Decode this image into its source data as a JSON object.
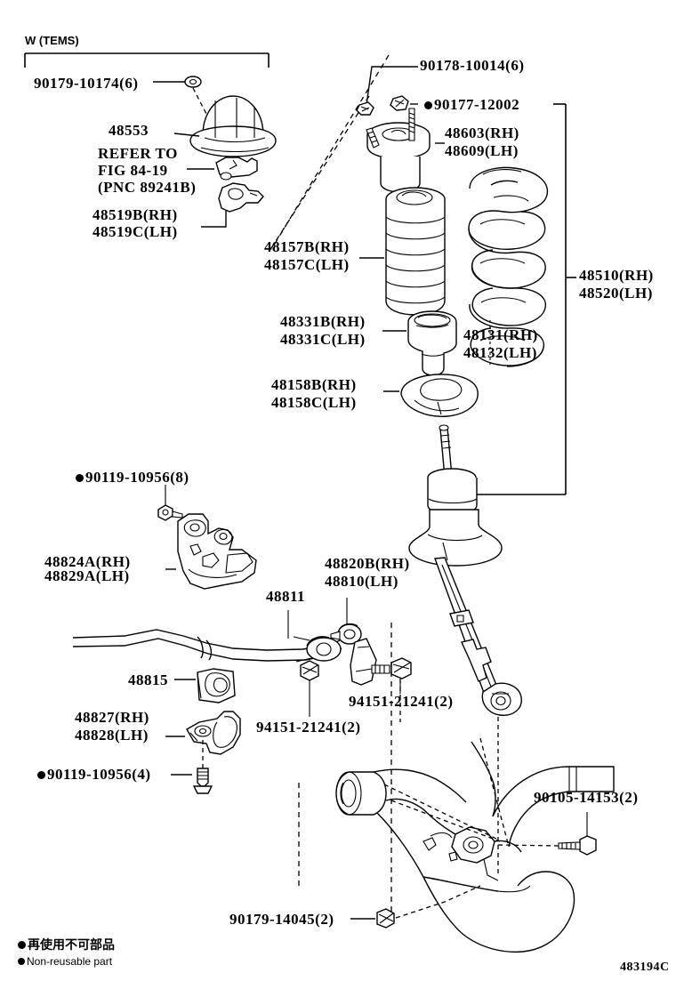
{
  "figure": {
    "code": "483194C",
    "group_header": "W (TEMS)"
  },
  "legend": {
    "cjk": "再使用不可部品",
    "english": "Non-reusable part"
  },
  "labels": [
    {
      "id": "nut-90179-10174",
      "text": "90179-10174(6)",
      "bullet": false,
      "lines": [
        "90179-10174(6)"
      ]
    },
    {
      "id": "part-48553",
      "text": "48553",
      "bullet": false,
      "lines": [
        "48553"
      ]
    },
    {
      "id": "refer-fig-84-19",
      "text": "REFER TO FIG 84-19 (PNC 89241B)",
      "bullet": false,
      "lines": [
        "REFER TO",
        "FIG 84-19",
        "(PNC 89241B)"
      ]
    },
    {
      "id": "part-48519",
      "text": "48519B(RH) 48519C(LH)",
      "bullet": false,
      "lines": [
        "48519B(RH)",
        "48519C(LH)"
      ]
    },
    {
      "id": "nut-90178-10014",
      "text": "90178-10014(6)",
      "bullet": false,
      "lines": [
        "90178-10014(6)"
      ]
    },
    {
      "id": "nut-90177-12002",
      "text": "90177-12002",
      "bullet": true,
      "lines": [
        "90177-12002"
      ]
    },
    {
      "id": "part-48603",
      "text": "48603(RH) 48609(LH)",
      "bullet": false,
      "lines": [
        "48603(RH)",
        "48609(LH)"
      ]
    },
    {
      "id": "part-48157",
      "text": "48157B(RH) 48157C(LH)",
      "bullet": false,
      "lines": [
        "48157B(RH)",
        "48157C(LH)"
      ]
    },
    {
      "id": "part-48331",
      "text": "48331B(RH) 48331C(LH)",
      "bullet": false,
      "lines": [
        "48331B(RH)",
        "48331C(LH)"
      ]
    },
    {
      "id": "part-48131",
      "text": "48131(RH) 48132(LH)",
      "bullet": false,
      "lines": [
        "48131(RH)",
        "48132(LH)"
      ]
    },
    {
      "id": "part-48158",
      "text": "48158B(RH) 48158C(LH)",
      "bullet": false,
      "lines": [
        "48158B(RH)",
        "48158C(LH)"
      ]
    },
    {
      "id": "part-48510",
      "text": "48510(RH) 48520(LH)",
      "bullet": false,
      "lines": [
        "48510(RH)",
        "48520(LH)"
      ]
    },
    {
      "id": "nut-90119-10956-8",
      "text": "90119-10956(8)",
      "bullet": true,
      "lines": [
        "90119-10956(8)"
      ]
    },
    {
      "id": "part-48824a",
      "text": "48824A(RH) 48829A(LH)",
      "bullet": false,
      "lines": [
        "48824A(RH)",
        "48829A(LH)"
      ]
    },
    {
      "id": "part-48811",
      "text": "48811",
      "bullet": false,
      "lines": [
        "48811"
      ]
    },
    {
      "id": "part-48820b",
      "text": "48820B(RH) 48810(LH)",
      "bullet": false,
      "lines": [
        "48820B(RH)",
        "48810(LH)"
      ]
    },
    {
      "id": "part-48815",
      "text": "48815",
      "bullet": false,
      "lines": [
        "48815"
      ]
    },
    {
      "id": "part-48827",
      "text": "48827(RH) 48828(LH)",
      "bullet": false,
      "lines": [
        "48827(RH)",
        "48828(LH)"
      ]
    },
    {
      "id": "nut-94151-21241-a",
      "text": "94151-21241(2)",
      "bullet": false,
      "lines": [
        "94151-21241(2)"
      ]
    },
    {
      "id": "nut-94151-21241-b",
      "text": "94151-21241(2)",
      "bullet": false,
      "lines": [
        "94151-21241(2)"
      ]
    },
    {
      "id": "nut-90119-10956-4",
      "text": "90119-10956(4)",
      "bullet": true,
      "lines": [
        "90119-10956(4)"
      ]
    },
    {
      "id": "bolt-90105-14153",
      "text": "90105-14153(2)",
      "bullet": false,
      "lines": [
        "90105-14153(2)"
      ]
    },
    {
      "id": "nut-90179-14045",
      "text": "90179-14045(2)",
      "bullet": false,
      "lines": [
        "90179-14045(2)"
      ]
    }
  ],
  "label_text": {
    "l_90179_10174": "90179-10174(6)",
    "l_48553": "48553",
    "l_refer1": "REFER TO",
    "l_refer2": "FIG 84-19",
    "l_refer3": "(PNC 89241B)",
    "l_48519_rh": "48519B(RH)",
    "l_48519_lh": "48519C(LH)",
    "l_90178_10014": "90178-10014(6)",
    "l_90177_12002": "90177-12002",
    "l_48603_rh": "48603(RH)",
    "l_48609_lh": "48609(LH)",
    "l_48157_rh": "48157B(RH)",
    "l_48157_lh": "48157C(LH)",
    "l_48331_rh": "48331B(RH)",
    "l_48331_lh": "48331C(LH)",
    "l_48131_rh": "48131(RH)",
    "l_48132_lh": "48132(LH)",
    "l_48158_rh": "48158B(RH)",
    "l_48158_lh": "48158C(LH)",
    "l_48510_rh": "48510(RH)",
    "l_48520_lh": "48520(LH)",
    "l_90119_10956_8": "90119-10956(8)",
    "l_48824a_rh": "48824A(RH)",
    "l_48829a_lh": "48829A(LH)",
    "l_48811": "48811",
    "l_48820b_rh": "48820B(RH)",
    "l_48810_lh": "48810(LH)",
    "l_48815": "48815",
    "l_48827_rh": "48827(RH)",
    "l_48828_lh": "48828(LH)",
    "l_94151_a": "94151-21241(2)",
    "l_94151_b": "94151-21241(2)",
    "l_90119_10956_4": "90119-10956(4)",
    "l_90105_14153": "90105-14153(2)",
    "l_90179_14045": "90179-14045(2)"
  }
}
